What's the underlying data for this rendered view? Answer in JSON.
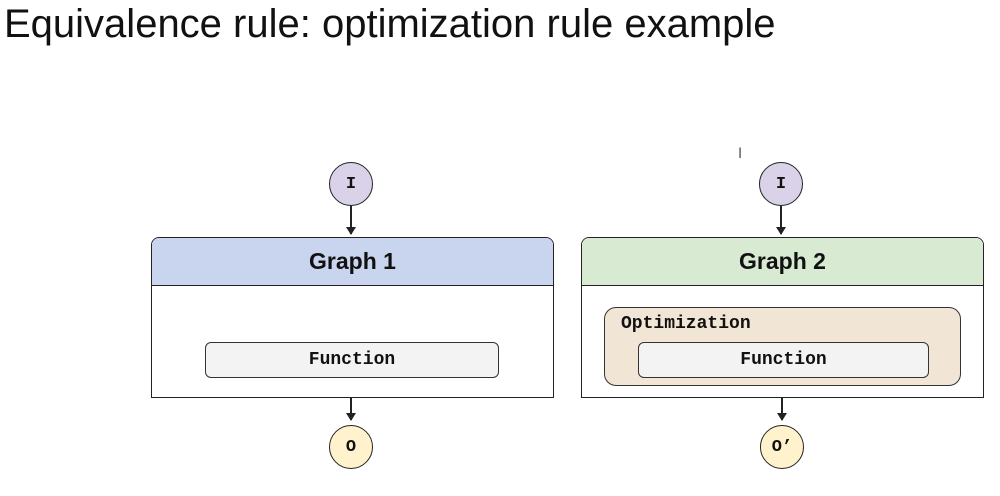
{
  "slide": {
    "title": "Equivalence rule: optimization rule example",
    "cursor_glyph": "I"
  },
  "graph1": {
    "input_label": "I",
    "header": "Graph 1",
    "function_label": "Function",
    "output_label": "O",
    "header_color": "#c9d4ef"
  },
  "graph2": {
    "input_label": "I",
    "header": "Graph 2",
    "optimization_label": "Optimization",
    "function_label": "Function",
    "output_label": "O’",
    "header_color": "#d9ead3"
  },
  "colors": {
    "input_node": "#d9d2e9",
    "output_node": "#fff2cc",
    "function_box": "#f3f3f3",
    "optimization_box": "#f1e6d6"
  }
}
